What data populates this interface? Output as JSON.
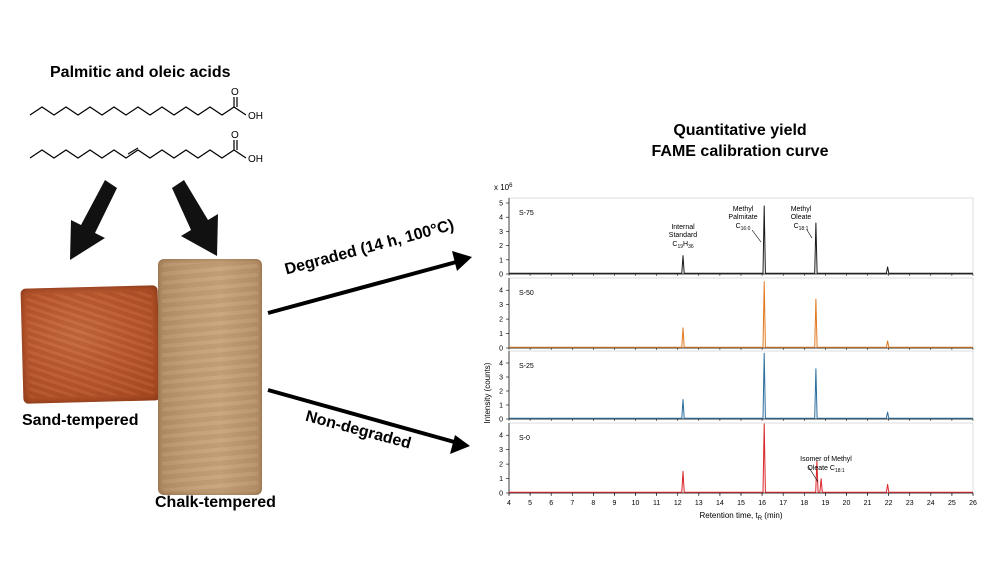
{
  "figure": {
    "acids_title": "Palmitic and oleic acids",
    "oh_label": "OH",
    "o_label": "O",
    "sand_label": "Sand-tempered",
    "chalk_label": "Chalk-tempered",
    "degraded_label": "Degraded (14 h, 100°C)",
    "nondegraded_label": "Non-degraded",
    "chart_title_line1": "Quantitative yield",
    "chart_title_line2": "FAME calibration curve"
  },
  "colors": {
    "S-75": "#1a1a1a",
    "S-50": "#e07a22",
    "S-25": "#2c6e9e",
    "S-0": "#d9262a",
    "sand_brick": "#b9582f",
    "chalk_brick": "#c29e76"
  },
  "chart_data": {
    "type": "line",
    "xlabel": "Retention time, t",
    "xlabel_subscript": "R",
    "xlabel_unit": " (min)",
    "ylabel": "Intensity (counts)",
    "y_multiplier_base": "x 10",
    "y_multiplier_exp": "6",
    "xlim": [
      4,
      26
    ],
    "x_ticks": [
      4,
      5,
      6,
      7,
      8,
      9,
      10,
      11,
      12,
      13,
      14,
      15,
      16,
      17,
      18,
      19,
      20,
      21,
      22,
      23,
      24,
      25,
      26
    ],
    "y_ticks_top": [
      0,
      1,
      2,
      3,
      4,
      5
    ],
    "y_ticks": [
      0,
      1,
      2,
      3,
      4
    ],
    "series": [
      {
        "name": "S-75",
        "peaks": [
          {
            "x": 12.25,
            "y": 1.3
          },
          {
            "x": 16.1,
            "y": 4.8
          },
          {
            "x": 18.55,
            "y": 3.6
          },
          {
            "x": 21.95,
            "y": 0.5
          }
        ]
      },
      {
        "name": "S-50",
        "peaks": [
          {
            "x": 12.25,
            "y": 1.4
          },
          {
            "x": 16.1,
            "y": 4.6
          },
          {
            "x": 18.55,
            "y": 3.4
          },
          {
            "x": 21.95,
            "y": 0.5
          }
        ]
      },
      {
        "name": "S-25",
        "peaks": [
          {
            "x": 12.25,
            "y": 1.4
          },
          {
            "x": 16.1,
            "y": 4.7
          },
          {
            "x": 18.55,
            "y": 3.6
          },
          {
            "x": 21.95,
            "y": 0.5
          }
        ]
      },
      {
        "name": "S-0",
        "peaks": [
          {
            "x": 12.25,
            "y": 1.5
          },
          {
            "x": 16.1,
            "y": 4.8
          },
          {
            "x": 18.6,
            "y": 2.2
          },
          {
            "x": 18.8,
            "y": 1.0
          },
          {
            "x": 21.95,
            "y": 0.6
          }
        ]
      }
    ],
    "annotations": [
      {
        "id": "internal_standard",
        "lines": [
          "Internal",
          "Standard"
        ],
        "formula": "C",
        "sub1": "19",
        "mid": "H",
        "sub2": "36"
      },
      {
        "id": "methyl_palmitate",
        "lines": [
          "Methyl",
          "Palmitate"
        ],
        "formula": "C",
        "sub1": "16:0"
      },
      {
        "id": "methyl_oleate",
        "lines": [
          "Methyl",
          "Oleate"
        ],
        "formula": "C",
        "sub1": "18:1"
      },
      {
        "id": "isomer_oleate",
        "lines": [
          "Isomer of Methyl",
          "Oleate C"
        ],
        "sub1": "18:1"
      }
    ]
  }
}
